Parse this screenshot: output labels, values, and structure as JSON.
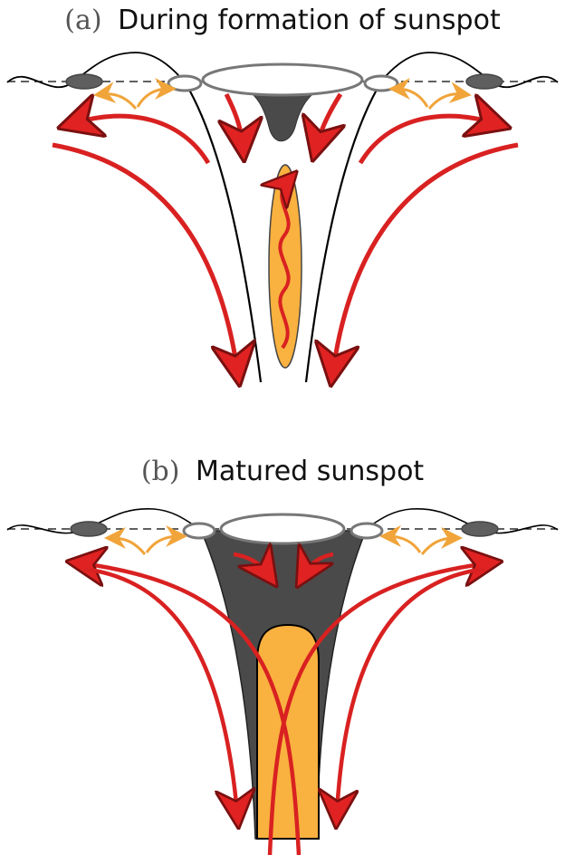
{
  "panels": {
    "a": {
      "tag": "(a)",
      "title": "During formation of sunspot"
    },
    "b": {
      "tag": "(b)",
      "title": "Matured sunspot"
    }
  },
  "colors": {
    "flow_arrow": "#d92121",
    "flow_arrow_edge": "#7a1010",
    "small_arrow": "#f0a43a",
    "flux_tube": "#f9b13f",
    "umbra": "#4a4a4a",
    "surface_line": "#000000"
  }
}
